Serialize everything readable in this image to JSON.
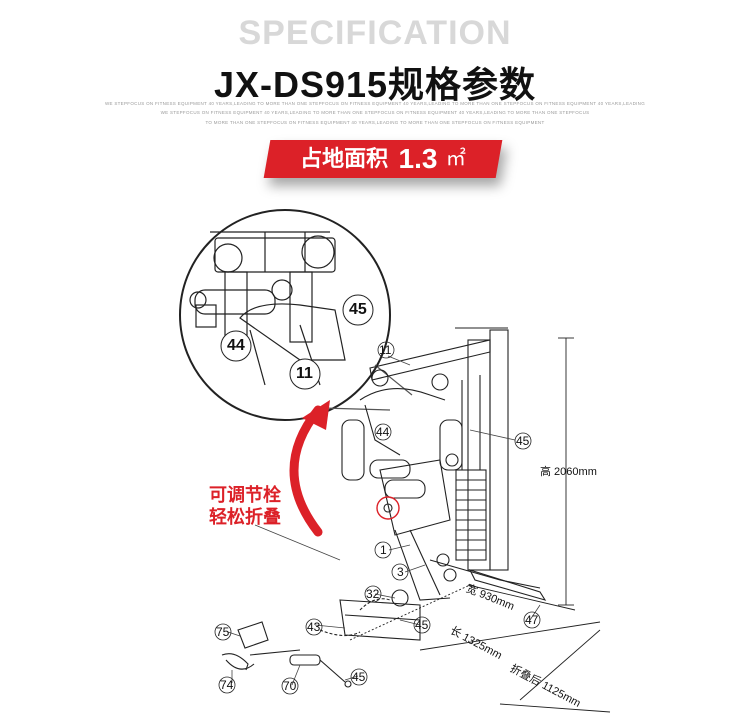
{
  "header": {
    "spec_heading": "SPECIFICATION",
    "model_title": "JX-DS915规格参数",
    "tagline_lines": [
      "WE STEPFOCUS ON FITNESS EQUIPMENT 40 YEARS,LEADING TO MORE THAN ONE STEPFOCUS ON FITNESS EQUIPMENT 40 YEARS,LEADING TO MORE THAN ONE STEPFOCUS ON FITNESS EQUIPMENT 40 YEARS,LEADING",
      "WE STEPFOCUS ON FITNESS EQUIPMENT 40 YEARS,LEADING TO MORE THAN ONE STEPFOCUS ON FITNESS EQUIPMENT 40 YEARS,LEADING TO MORE THAN ONE STEPFOCUS",
      "TO MORE THAN ONE STEPFOCUS ON FITNESS EQUIPMENT 40 YEARS,LEADING TO MORE THAN ONE STEPFOCUS ON FITNESS EQUIPMENT"
    ]
  },
  "area_banner": {
    "label": "占地面积",
    "value": "1.3",
    "unit": "㎡",
    "color": "#dc2128"
  },
  "fold_note": {
    "line1": "可调节栓",
    "line2": "轻松折叠",
    "color": "#dc2128"
  },
  "callouts": {
    "detail_45": "45",
    "detail_44": "44",
    "detail_11": "11",
    "p11": "11",
    "p44": "44",
    "p45_upper": "45",
    "p1": "1",
    "p3": "3",
    "p32": "32",
    "p45_base": "45",
    "p43": "43",
    "p47": "47",
    "p75": "75",
    "p74": "74",
    "p70": "70",
    "p45_bottom": "45"
  },
  "dimensions": {
    "height": "高 2060mm",
    "width": "宽 930mm",
    "length": "长 1325mm",
    "folded": "折叠后 1125mm"
  }
}
